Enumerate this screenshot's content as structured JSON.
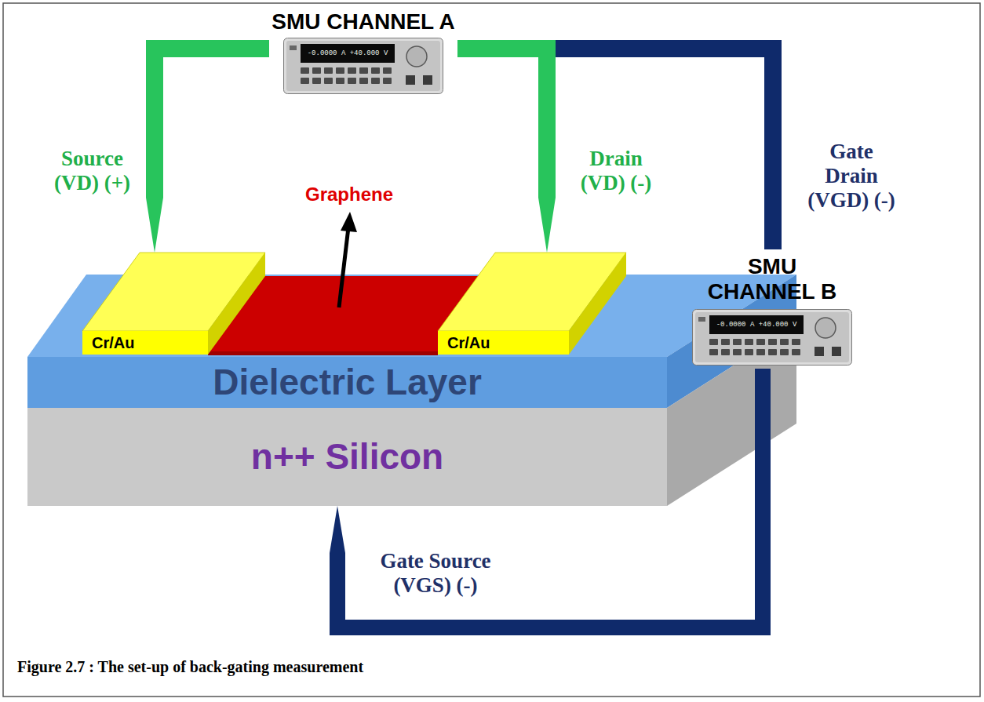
{
  "diagram": {
    "caption": "Figure 2.7 : The set-up of back-gating measurement",
    "nodes": [
      {
        "text": [
          "SMU CHANNEL A",
          "-0.0000 A +40.000 V"
        ]
      },
      {
        "text": [
          "Cr/Au"
        ]
      },
      {
        "text": [
          "Cr/Au"
        ]
      },
      {
        "text": [
          "SMU CHANNEL B",
          "-0.0000 A +40.000 V"
        ]
      },
      {
        "text": [
          "Dielectric Layer"
        ]
      },
      {
        "text": [
          "n++ Silicon"
        ]
      }
    ],
    "edges": [
      {
        "from": 0,
        "to": 1,
        "arrow": "to",
        "label": "Source (VD) (+)"
      },
      {
        "from": 0,
        "to": 2,
        "arrow": "to",
        "label": "Drain (VD) (-)"
      },
      {
        "from": 0,
        "to": 3,
        "arrow": "none",
        "label": "Gate Drain (VGD) (-)"
      },
      {
        "from": 3,
        "to": 5,
        "arrow": "to",
        "label": "Gate Source (VGS) (-)"
      }
    ],
    "labels": [
      "Graphene"
    ]
  }
}
